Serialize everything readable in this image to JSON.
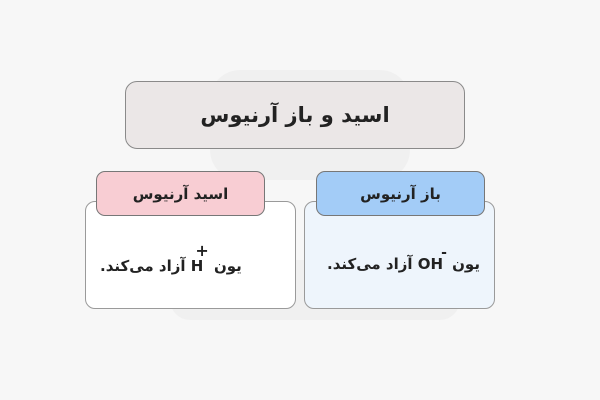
{
  "diagram": {
    "title": "اسید و باز آرنیوس",
    "acid": {
      "header": "اسید آرنیوس",
      "text_before": "یون",
      "ion": "H",
      "charge": "+",
      "text_after": "آزاد می‌کند."
    },
    "base": {
      "header": "باز آرنیوس",
      "text_before": "یون",
      "ion": "OH",
      "charge": "-",
      "text_after": "آزاد می‌کند."
    }
  },
  "colors": {
    "title_bg": "#ebe7e7",
    "acid_header": "#f8cdd3",
    "base_header": "#a3ccf7",
    "base_card": "#eef5fc"
  }
}
